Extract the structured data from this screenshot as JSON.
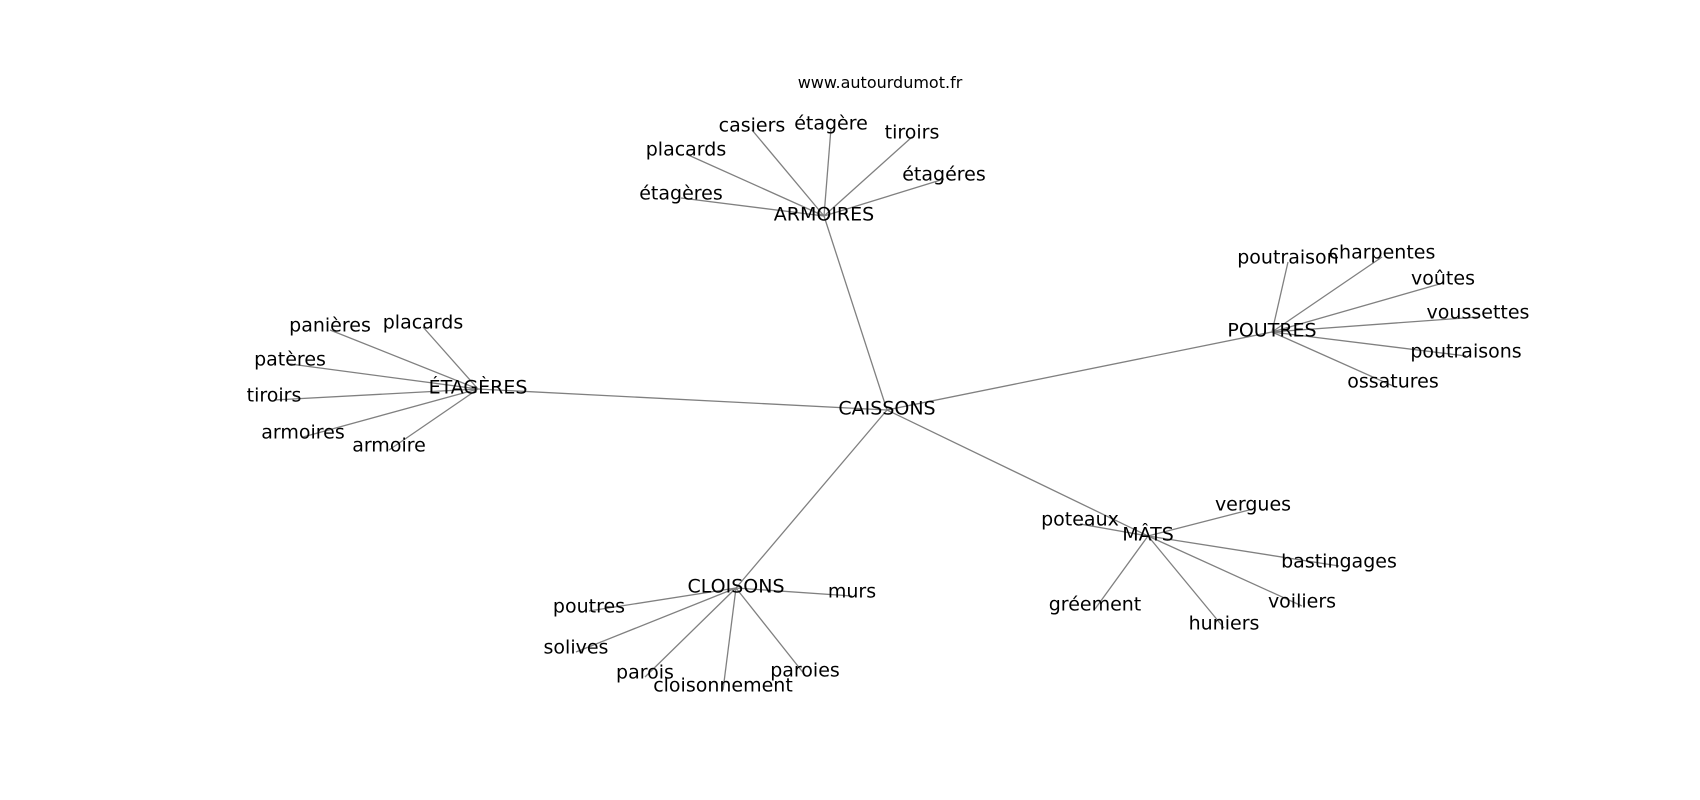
{
  "site": "www.autourdumot.fr",
  "center": "CAISSONS",
  "hubs": [
    {
      "id": "armoires",
      "label": "ARMOIRES",
      "leaves": [
        "casiers",
        "étagère",
        "tiroirs",
        "placards",
        "étagéres",
        "étagères"
      ]
    },
    {
      "id": "poutres",
      "label": "POUTRES",
      "leaves": [
        "poutraison",
        "charpentes",
        "voûtes",
        "voussettes",
        "poutraisons",
        "ossatures"
      ]
    },
    {
      "id": "etageres",
      "label": "ÉTAGÈRES",
      "leaves": [
        "panières",
        "placards",
        "patères",
        "tiroirs",
        "armoires",
        "armoire"
      ]
    },
    {
      "id": "mats",
      "label": "MÂTS",
      "leaves": [
        "vergues",
        "poteaux",
        "bastingages",
        "voiliers",
        "gréement",
        "huniers"
      ]
    },
    {
      "id": "cloisons",
      "label": "CLOISONS",
      "leaves": [
        "murs",
        "poutres",
        "solives",
        "parois",
        "cloisonnement",
        "paroies"
      ]
    }
  ]
}
